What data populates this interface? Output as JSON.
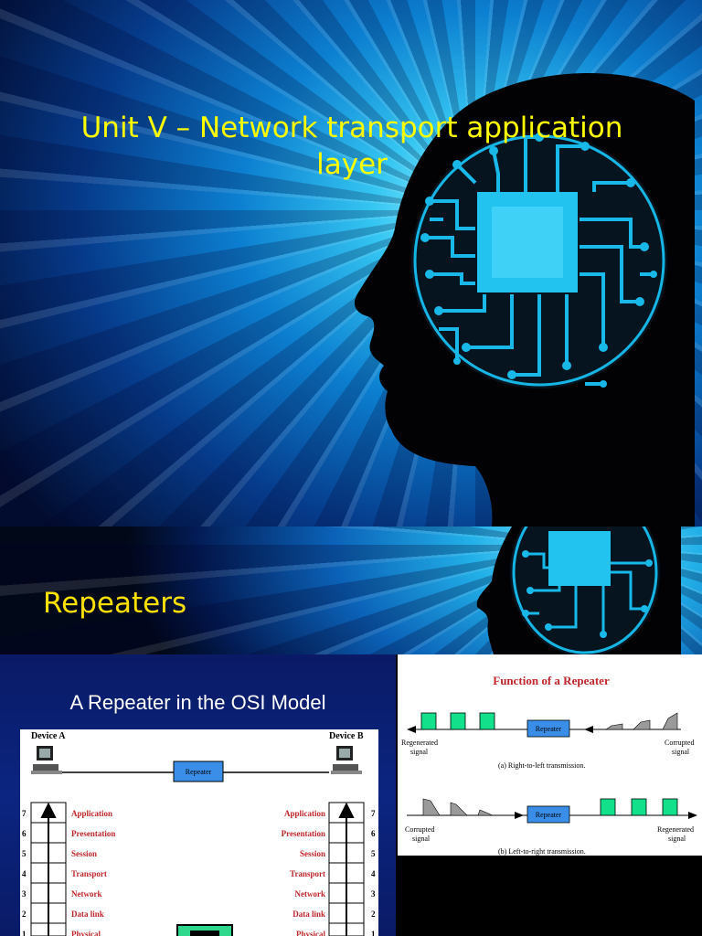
{
  "slide1": {
    "title_line1": "Unit V – Network transport application",
    "title_line2": "layer"
  },
  "slide2": {
    "title": "Repeaters",
    "osi_image": {
      "title": "A Repeater in the OSI Model",
      "device_a": "Device A",
      "device_b": "Device B",
      "repeater_label": "Repeater",
      "layer_numbers": [
        "7",
        "6",
        "5",
        "4",
        "3",
        "2",
        "1"
      ],
      "layers": [
        "Application",
        "Presentation",
        "Session",
        "Transport",
        "Network",
        "Data link",
        "Physical"
      ]
    },
    "function_image": {
      "title": "Function of a Repeater",
      "repeater_label": "Repeater",
      "regenerated_line1": "Regenerated",
      "regenerated_line2": "signal",
      "corrupted_line1": "Corrupted",
      "corrupted_line2": "signal",
      "caption_a": "(a) Right-to-left transmission.",
      "caption_b": "(b) Left-to-right transmission.",
      "colors": {
        "title": "#c0262b",
        "pulse": "#12e08a",
        "repeater": "#3a8ee8",
        "corrupted": "#9a9a9a"
      }
    }
  }
}
